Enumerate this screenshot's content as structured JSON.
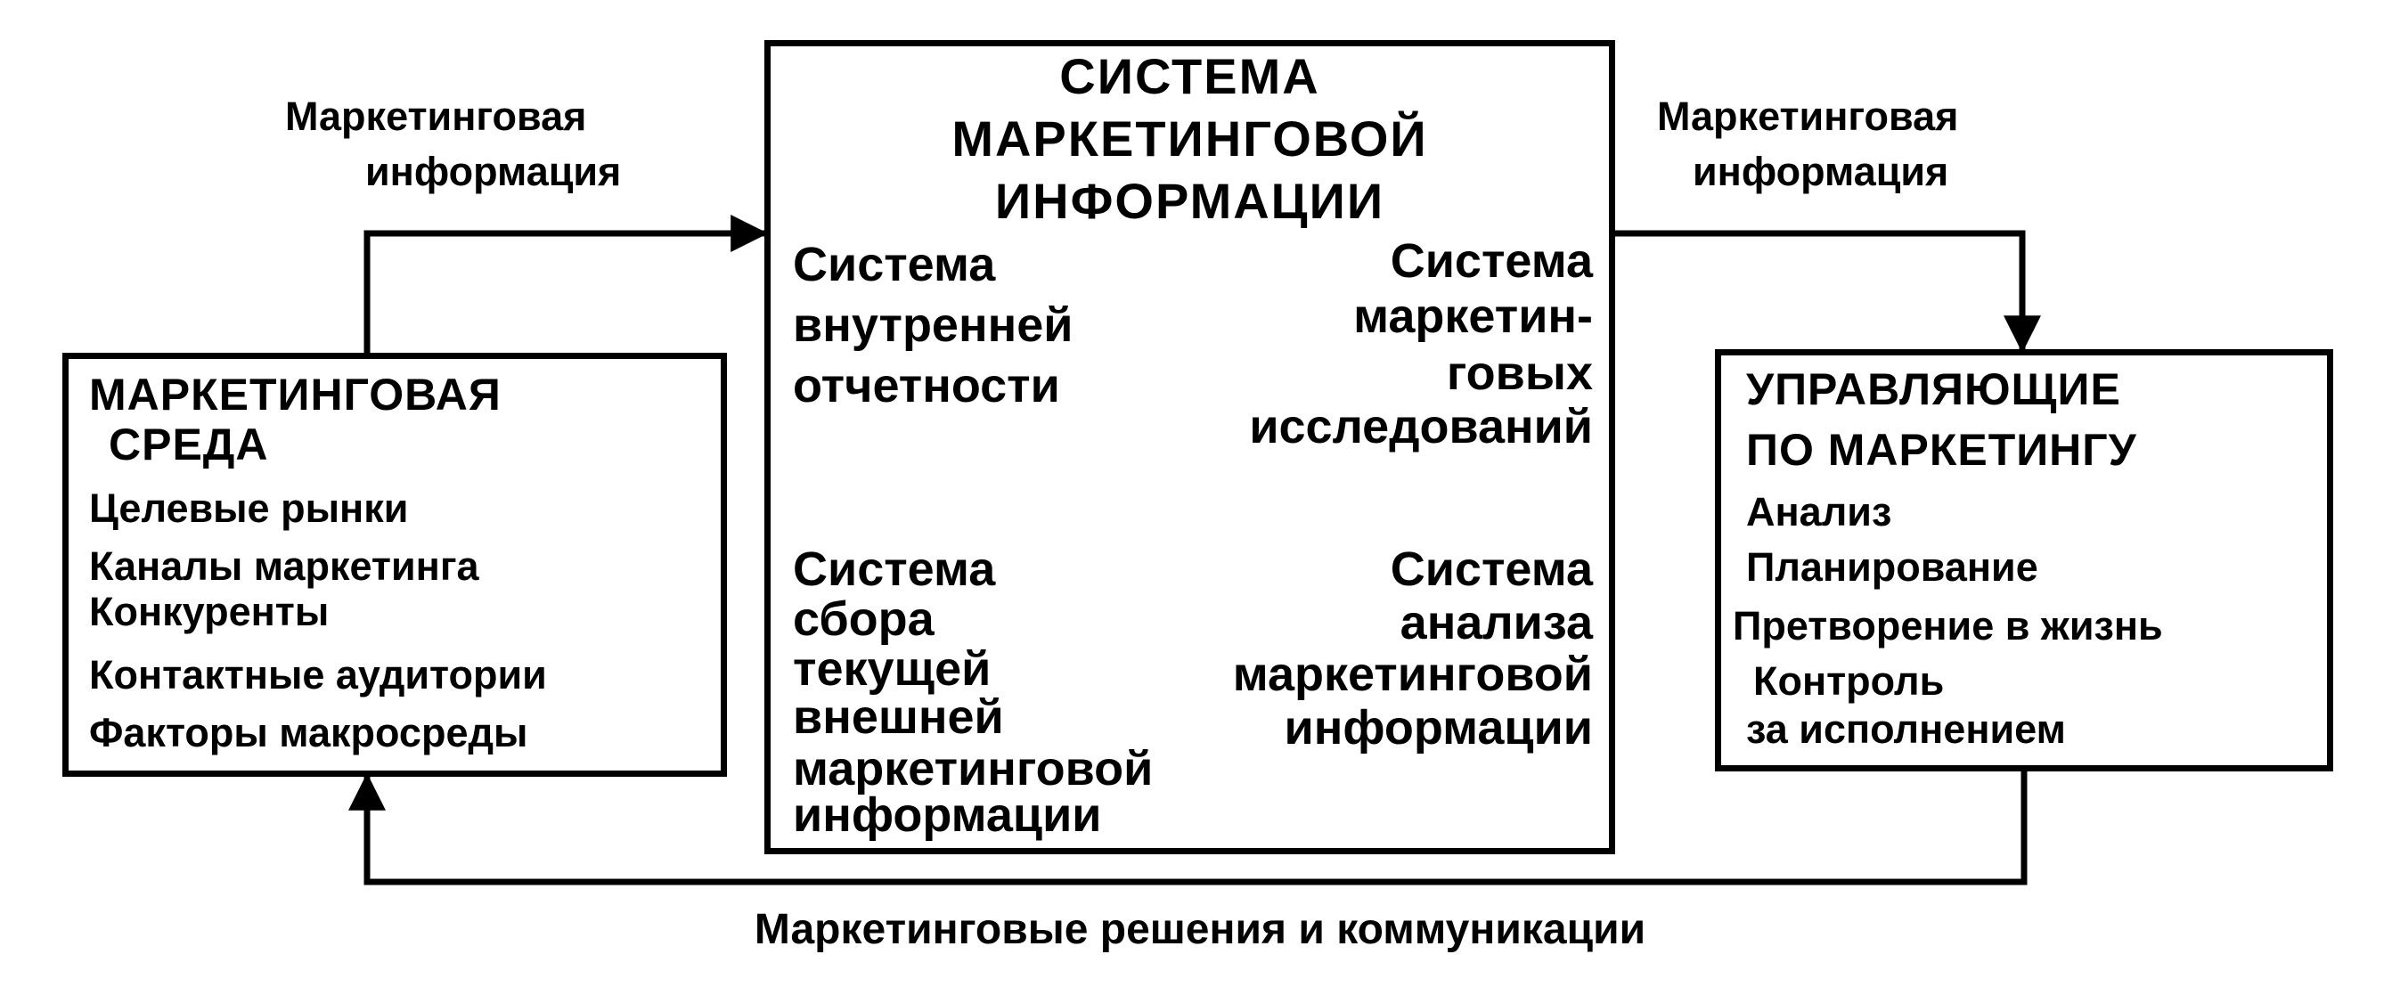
{
  "environment": {
    "title_lines": [
      "МАРКЕТИНГОВАЯ",
      "СРЕДА"
    ],
    "items": [
      "Целевые рынки",
      "Каналы маркетинга",
      "Конкуренты",
      "Контактные аудитории",
      "Факторы макросреды"
    ]
  },
  "mis": {
    "title_lines": [
      "СИСТЕМА",
      "МАРКЕТИНГОВОЙ",
      "ИНФОРМАЦИИ"
    ],
    "internal_lines": [
      "Система",
      "внутренней",
      "отчетности"
    ],
    "research_lines": [
      "Система",
      "маркетин-",
      "говых",
      "исследований"
    ],
    "intelligence_lines": [
      "Система",
      "сбора",
      "текущей",
      "внешней",
      "маркетинговой",
      "информации"
    ],
    "analysis_lines": [
      "Система",
      "анализа",
      "маркетинговой",
      "информации"
    ]
  },
  "managers": {
    "title_lines": [
      "УПРАВЛЯЮЩИЕ",
      "ПО МАРКЕТИНГУ"
    ],
    "items": [
      "Анализ",
      "Планирование",
      "Претворение в жизнь",
      "Контроль",
      "за исполнением"
    ]
  },
  "flows": {
    "left_label_lines": [
      "Маркетинговая",
      "информация"
    ],
    "right_label_lines": [
      "Маркетинговая",
      "информация"
    ],
    "bottom_label": "Маркетинговые решения и коммуникации"
  }
}
